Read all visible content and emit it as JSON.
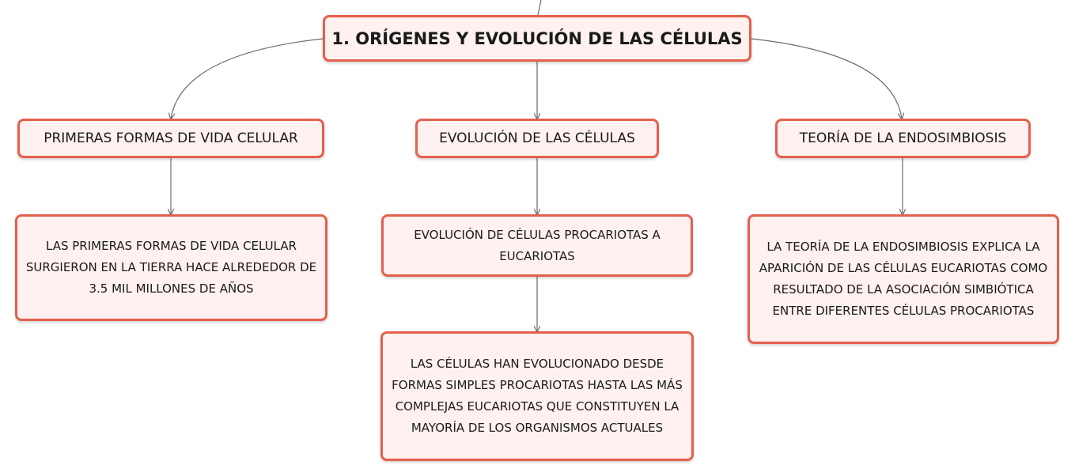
{
  "diagram": {
    "root": {
      "label": "1. ORÍGENES Y EVOLUCIÓN DE LAS CÉLULAS"
    },
    "branches": [
      {
        "label": "PRIMERAS FORMAS DE VIDA CELULAR",
        "children": [
          {
            "text": "LAS PRIMERAS FORMAS DE VIDA CELULAR SURGIERON EN LA TIERRA HACE ALREDEDOR DE 3.5 MIL MILLONES DE AÑOS"
          }
        ]
      },
      {
        "label": "EVOLUCIÓN DE LAS CÉLULAS",
        "children": [
          {
            "text": "EVOLUCIÓN DE CÉLULAS PROCARIOTAS A EUCARIOTAS"
          },
          {
            "text": "LAS CÉLULAS HAN EVOLUCIONADO DESDE FORMAS SIMPLES PROCARIOTAS HASTA LAS MÁS COMPLEJAS EUCARIOTAS QUE CONSTITUYEN LA MAYORÍA DE LOS ORGANISMOS ACTUALES"
          }
        ]
      },
      {
        "label": "TEORÍA DE LA ENDOSIMBIOSIS",
        "children": [
          {
            "text": "LA TEORÍA DE LA ENDOSIMBIOSIS EXPLICA LA APARICIÓN DE LAS CÉLULAS EUCARIOTAS COMO RESULTADO DE LA ASOCIACIÓN SIMBIÓTICA ENTRE DIFERENTES CÉLULAS PROCARIOTAS"
          }
        ]
      }
    ],
    "colors": {
      "node_border": "#e4604d",
      "node_fill": "#fef1ef",
      "connector": "#6b6b6b",
      "text": "#1a1a1a"
    }
  }
}
